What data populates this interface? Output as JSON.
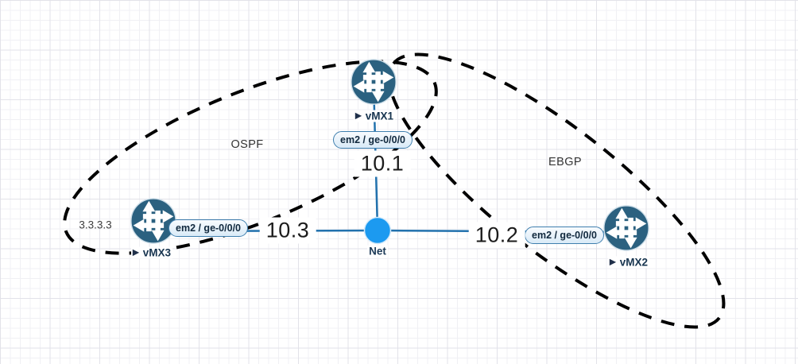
{
  "diagram": {
    "areas": {
      "ospf": {
        "label": "OSPF"
      },
      "ebgp": {
        "label": "EBGP"
      }
    },
    "nodes": {
      "vmx1": {
        "name": "vMX1",
        "interface": "em2 / ge-0/0/0"
      },
      "vmx2": {
        "name": "vMX2",
        "interface": "em2 / ge-0/0/0"
      },
      "vmx3": {
        "name": "vMX3",
        "interface": "em2 / ge-0/0/0",
        "ip_label": "3.3.3.3"
      },
      "net": {
        "name": "Net"
      }
    },
    "links": {
      "vmx1_net": {
        "label": "10.1"
      },
      "vmx2_net": {
        "label": "10.2"
      },
      "vmx3_net": {
        "label": "10.3"
      }
    }
  },
  "icons": {
    "running_indicator": "▶",
    "router_icon_description": "juniper-router-cross-arrows"
  },
  "colors": {
    "link": "#2171ad",
    "net_node": "#1c9af0",
    "router_fill": "#2b6180",
    "area_outline": "#000000",
    "pill_border": "#3f7fae",
    "pill_background": "#d9eaf7",
    "node_label_text": "#17344f",
    "address_text": "#1b1b1b"
  }
}
